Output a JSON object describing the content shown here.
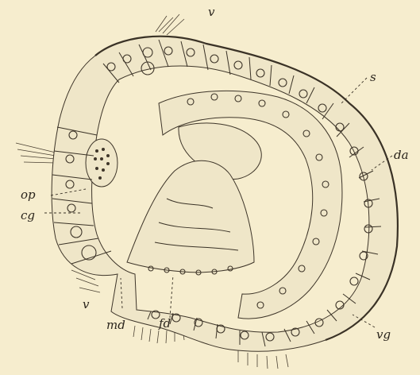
{
  "figure": {
    "background": "#f6edce",
    "ink": "#3a3226",
    "labels": {
      "v_top": "v",
      "s": "s",
      "da": "da",
      "op": "op",
      "cg": "cg",
      "v_bottom": "v",
      "md": "md",
      "fd": "fd",
      "vg": "vg"
    }
  }
}
